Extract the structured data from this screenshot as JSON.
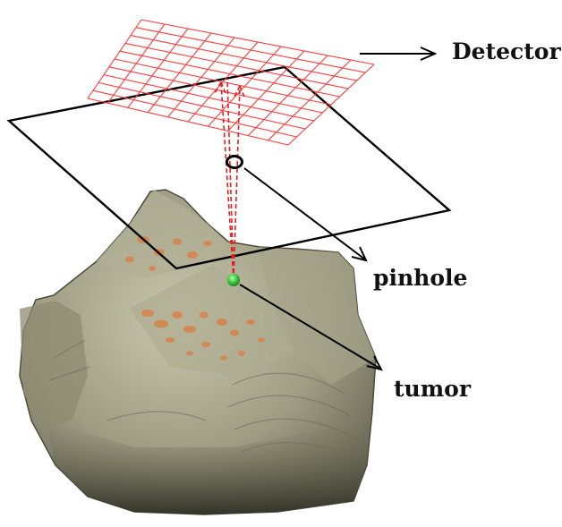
{
  "labels": {
    "detector": "Detector",
    "pinhole": "pinhole",
    "tumor": "tumor"
  },
  "colors": {
    "grid": "#ff3c3c",
    "rays": "#e61e1e",
    "outline": "#000000",
    "tissue": "#9c9a80",
    "tissue_dark": "#5f5e4c",
    "uptake": "#d9824a",
    "tumor": "#3cc83c"
  },
  "icons": {
    "detector_arrow": "right-arrow-icon",
    "pinhole_marker": "ring-icon"
  }
}
